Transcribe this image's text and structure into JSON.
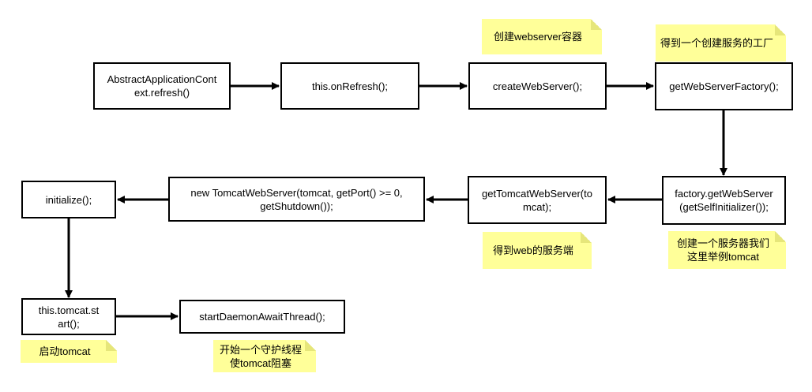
{
  "nodes": {
    "refresh": "AbstractApplicationCont\next.refresh()",
    "on_refresh": "this.onRefresh();",
    "create_web_server": "createWebServer();",
    "get_factory": "getWebServerFactory();",
    "factory_get_web_server": "factory.getWebServer\n(getSelfInitializer());",
    "get_tomcat_web_server": "getTomcatWebServer(to\nmcat);",
    "new_tomcat_web_server": "new TomcatWebServer(tomcat, getPort() >= 0,\ngetShutdown());",
    "initialize": "initialize();",
    "tomcat_start": "this.tomcat.st\nart();",
    "start_daemon": "startDaemonAwaitThread();"
  },
  "notes": {
    "create_container": "创建webserver容器",
    "get_factory_note": "得到一个创建服务的工厂",
    "create_server_note": "创建一个服务器我们\n这里举例tomcat",
    "get_web_server_note": "得到web的服务端",
    "start_tomcat_note": "启动tomcat",
    "daemon_note": "开始一个守护线程\n使tomcat阻塞"
  },
  "colors": {
    "note_fill": "#ffff99",
    "stroke": "#000000"
  }
}
